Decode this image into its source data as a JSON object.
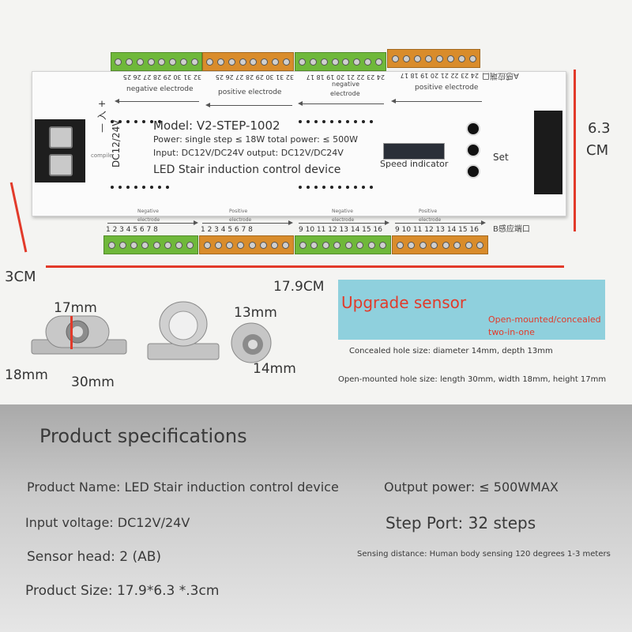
{
  "board": {
    "top_numbers_a": "32 31 30 29 28 27 26 25",
    "top_numbers_b": "32 31 30 29 28 27 26 25",
    "top_numbers_c": "24 23 22 21 20 19 18 17",
    "top_numbers_d": "24 23 22 21 20 19 18 17",
    "top_negative_label": "negative electrode",
    "top_positive_label": "positive electrode",
    "top_negative_label_c": "negative",
    "top_negative_label_c2": "electrode",
    "top_positive_label_d": "positive electrode",
    "a_port": "A感应端口",
    "b_port": "B感应端口",
    "bottom_numbers_a": "1 2 3 4 5 6 7 8",
    "bottom_numbers_b": "1 2 3 4 5 6 7 8",
    "bottom_numbers_c": "9 10 11 12 13 14 15 16",
    "bottom_numbers_d": "9 10 11 12 13 14 15 16",
    "bottom_negative_label": "Negative",
    "bottom_positive_label": "Positive",
    "bottom_electrode_label": "electrode",
    "input_vertical": "DC12/24V",
    "input_cn": "— 入 +",
    "compile": "compile",
    "model": "Model: V2-STEP-1002",
    "power": "Power: single step ≤ 18W total power: ≤ 500W",
    "io": "Input: DC12V/DC24V output: DC12V/DC24V",
    "device": "LED Stair induction control device",
    "speed_indicator": "Speed indicator",
    "set": "Set"
  },
  "dimensions": {
    "height": "6.3",
    "height_unit": "CM",
    "thickness": "3CM",
    "length": "17.9CM",
    "h17": "17mm",
    "w18": "18mm",
    "l30": "30mm",
    "d13": "13mm",
    "d14": "14mm"
  },
  "sensor": {
    "title": "Upgrade sensor",
    "sub1": "Open-mounted/concealed",
    "sub2": "two-in-one",
    "concealed": "Concealed hole size: diameter 14mm, depth 13mm",
    "open": "Open-mounted hole size: length 30mm, width 18mm, height 17mm"
  },
  "specs": {
    "heading": "Product specifications",
    "name": "Product Name: LED Stair induction control device",
    "output": "Output power: ≤ 500WMAX",
    "input": "Input voltage: DC12V/24V",
    "steps": "Step Port: 32 steps",
    "sensor_head": "Sensor head: 2 (AB)",
    "distance": "Sensing distance: Human body sensing 120 degrees 1-3 meters",
    "size": "Product Size: 17.9*6.3 *.3cm"
  },
  "colors": {
    "terminal_green": "#6fb83a",
    "terminal_orange": "#d98c2b",
    "dimension_red": "#e23a2a",
    "sensor_box": "#8fd0dd"
  }
}
